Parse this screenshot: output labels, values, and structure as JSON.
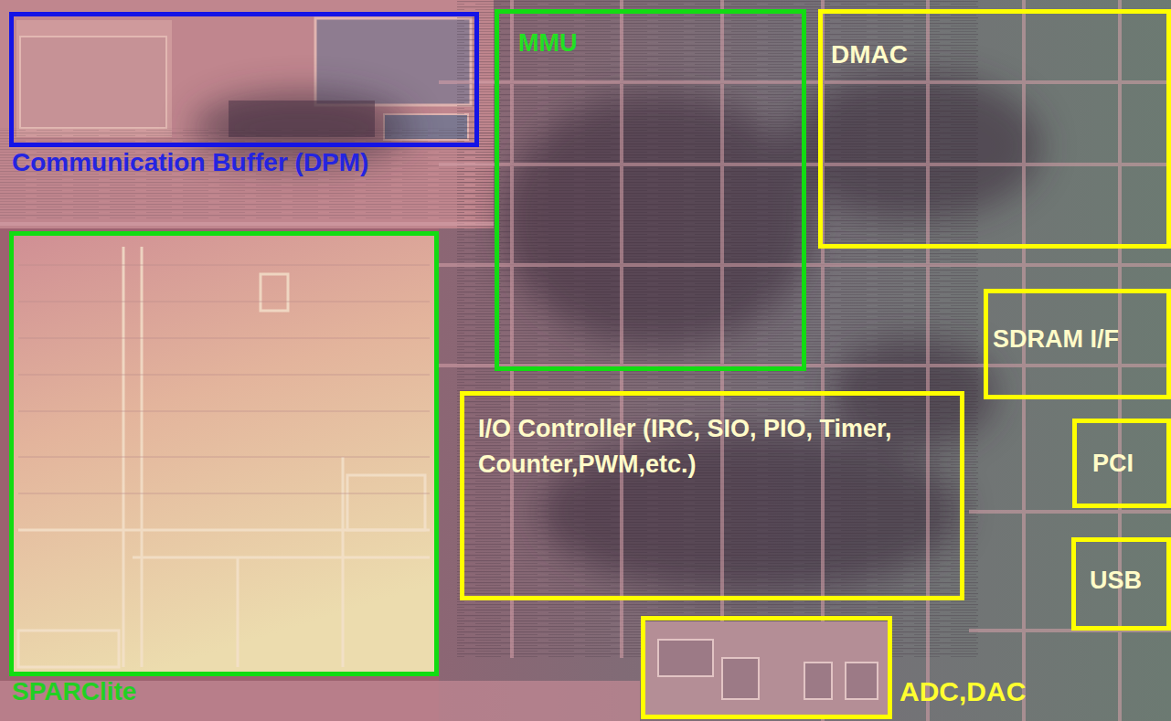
{
  "diagram": {
    "nodes": [
      {
        "text": [
          "Communication Buffer (DPM)"
        ]
      },
      {
        "text": [
          "MMU"
        ]
      },
      {
        "text": [
          "DMAC"
        ]
      },
      {
        "text": [
          "SPARClite"
        ]
      },
      {
        "text": [
          "SDRAM I/F"
        ]
      },
      {
        "text": [
          "I/O Controller (IRC, SIO, PIO, Timer, Counter,PWM,etc.)"
        ]
      },
      {
        "text": [
          "PCI"
        ]
      },
      {
        "text": [
          "USB"
        ]
      },
      {
        "text": [
          "ADC,DAC"
        ]
      }
    ],
    "edges": []
  }
}
